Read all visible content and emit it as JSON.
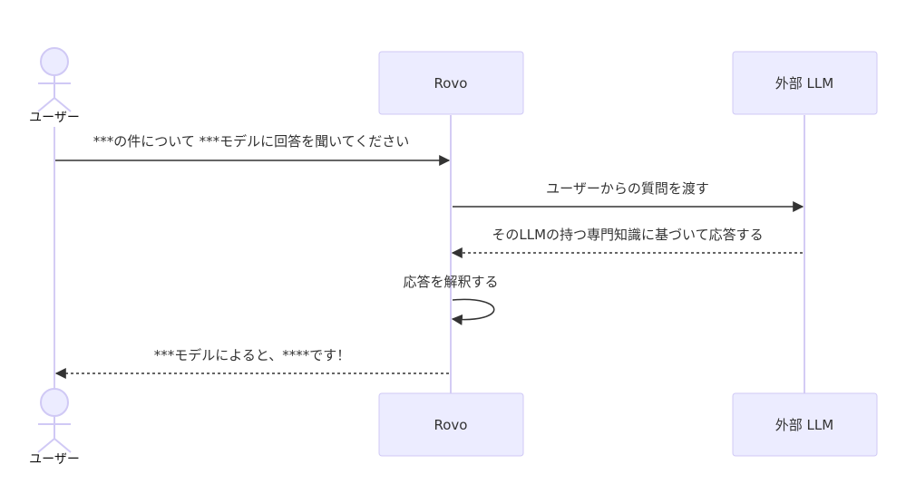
{
  "participants": [
    {
      "id": "user",
      "label": "ユーザー",
      "kind": "actor"
    },
    {
      "id": "rovo",
      "label": "Rovo",
      "kind": "participant"
    },
    {
      "id": "llm",
      "label": "外部 LLM",
      "kind": "participant"
    }
  ],
  "messages": [
    {
      "from": "user",
      "to": "rovo",
      "style": "solid",
      "text": "***の件について ***モデルに回答を聞いてください"
    },
    {
      "from": "rovo",
      "to": "llm",
      "style": "solid",
      "text": "ユーザーからの質問を渡す"
    },
    {
      "from": "llm",
      "to": "rovo",
      "style": "dashed",
      "text": "そのLLMの持つ専門知識に基づいて応答する"
    },
    {
      "from": "rovo",
      "to": "rovo",
      "style": "solid",
      "text": "応答を解釈する"
    },
    {
      "from": "rovo",
      "to": "user",
      "style": "dashed",
      "text": "***モデルによると、****です！"
    }
  ],
  "colors": {
    "box_fill": "#ececff",
    "box_stroke": "#d0c9f5",
    "lifeline": "#d4ccf4",
    "arrow": "#333333"
  }
}
